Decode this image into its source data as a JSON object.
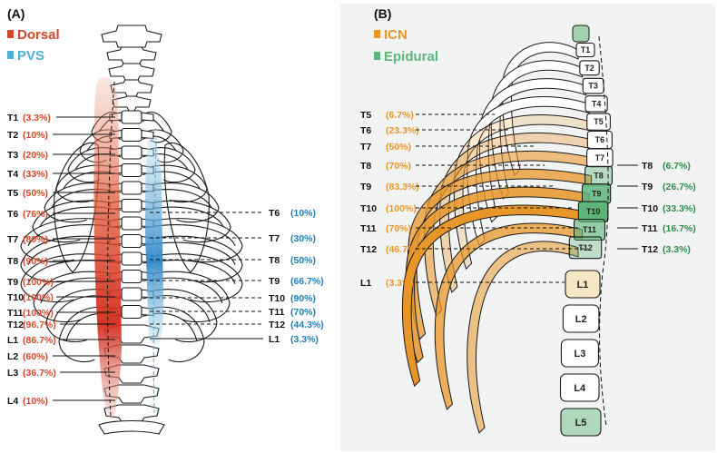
{
  "colors": {
    "dorsal": "#d9472b",
    "pvs": "#4fb0d6",
    "icn": "#e8962a",
    "epidural": "#5eb57a",
    "pvs_text": "#1f7fb5",
    "epidural_text": "#2e8b4a"
  },
  "panel_a": {
    "label": "(A)",
    "legend_dorsal": "Dorsal",
    "legend_pvs": "PVS",
    "dorsal": [
      {
        "level": "T1",
        "value": "(3.3%)",
        "pct": 3.3
      },
      {
        "level": "T2",
        "value": "(10%)",
        "pct": 10
      },
      {
        "level": "T3",
        "value": "(20%)",
        "pct": 20
      },
      {
        "level": "T4",
        "value": "(33%)",
        "pct": 33
      },
      {
        "level": "T5",
        "value": "(50%)",
        "pct": 50
      },
      {
        "level": "T6",
        "value": "(76%)",
        "pct": 76
      },
      {
        "level": "T7",
        "value": "(80%)",
        "pct": 80
      },
      {
        "level": "T8",
        "value": "(90%)",
        "pct": 90
      },
      {
        "level": "T9",
        "value": "(100%)",
        "pct": 100
      },
      {
        "level": "T10",
        "value": "(100%)",
        "pct": 100
      },
      {
        "level": "T11",
        "value": "(100%)",
        "pct": 100
      },
      {
        "level": "T12",
        "value": "(96.7%)",
        "pct": 96.7
      },
      {
        "level": "L1",
        "value": "(86.7%)",
        "pct": 86.7
      },
      {
        "level": "L2",
        "value": "(60%)",
        "pct": 60
      },
      {
        "level": "L3",
        "value": "(36.7%)",
        "pct": 36.7
      },
      {
        "level": "L4",
        "value": "(10%)",
        "pct": 10
      }
    ],
    "pvs": [
      {
        "level": "T6",
        "value": "(10%)",
        "pct": 10
      },
      {
        "level": "T7",
        "value": "(30%)",
        "pct": 30
      },
      {
        "level": "T8",
        "value": "(50%)",
        "pct": 50
      },
      {
        "level": "T9",
        "value": "(66.7%)",
        "pct": 66.7
      },
      {
        "level": "T10",
        "value": "(90%)",
        "pct": 90
      },
      {
        "level": "T11",
        "value": "(70%)",
        "pct": 70
      },
      {
        "level": "T12",
        "value": "(44.3%)",
        "pct": 44.3
      },
      {
        "level": "L1",
        "value": "(3.3%)",
        "pct": 3.3
      }
    ]
  },
  "panel_b": {
    "label": "(B)",
    "legend_icn": "ICN",
    "legend_epidural": "Epidural",
    "icn": [
      {
        "level": "T5",
        "value": "(6.7%)",
        "pct": 6.7
      },
      {
        "level": "T6",
        "value": "(23.3%)",
        "pct": 23.3
      },
      {
        "level": "T7",
        "value": "(50%)",
        "pct": 50
      },
      {
        "level": "T8",
        "value": "(70%)",
        "pct": 70
      },
      {
        "level": "T9",
        "value": "(83.3%)",
        "pct": 83.3
      },
      {
        "level": "T10",
        "value": "(100%)",
        "pct": 100
      },
      {
        "level": "T11",
        "value": "(70%)",
        "pct": 70
      },
      {
        "level": "T12",
        "value": "(46.7%)",
        "pct": 46.7
      },
      {
        "level": "L1",
        "value": "(3.3%)",
        "pct": 3.3
      }
    ],
    "epidural": [
      {
        "level": "T8",
        "value": "(6.7%)",
        "pct": 6.7
      },
      {
        "level": "T9",
        "value": "(26.7%)",
        "pct": 26.7
      },
      {
        "level": "T10",
        "value": "(33.3%)",
        "pct": 33.3
      },
      {
        "level": "T11",
        "value": "(16.7%)",
        "pct": 16.7
      },
      {
        "level": "T12",
        "value": "(3.3%)",
        "pct": 3.3
      }
    ],
    "vertebrae": [
      "T1",
      "T2",
      "T3",
      "T4",
      "T5",
      "T6",
      "T7",
      "T8",
      "T9",
      "T10",
      "T11",
      "T12",
      "L1",
      "L2",
      "L3",
      "L4",
      "L5"
    ]
  }
}
